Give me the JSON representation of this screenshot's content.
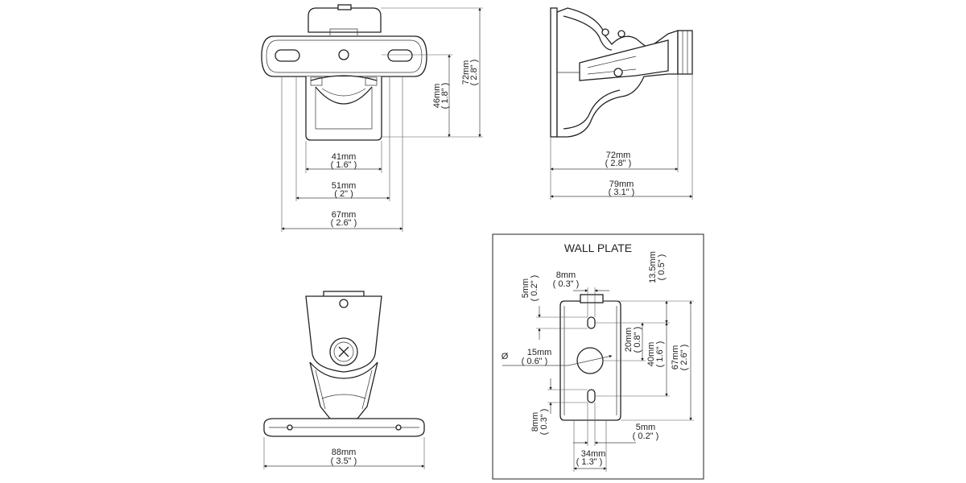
{
  "views": {
    "front": {
      "dim_41": {
        "mm": "41mm",
        "in": "( 1.6\" )"
      },
      "dim_51": {
        "mm": "51mm",
        "in": "( 2\" )"
      },
      "dim_67": {
        "mm": "67mm",
        "in": "( 2.6\" )"
      },
      "dim_46": {
        "mm": "46mm",
        "in": "( 1.8\" )"
      },
      "dim_72": {
        "mm": "72mm",
        "in": "( 2.8\" )"
      }
    },
    "side": {
      "dim_72": {
        "mm": "72mm",
        "in": "( 2.8\" )"
      },
      "dim_79": {
        "mm": "79mm",
        "in": "( 3.1\" )"
      }
    },
    "rear": {
      "dim_88": {
        "mm": "88mm",
        "in": "( 3.5\" )"
      }
    },
    "wall_plate": {
      "title": "WALL PLATE",
      "dim_8_top": {
        "mm": "8mm",
        "in": "( 0.3\" )"
      },
      "dim_5_left": {
        "mm": "5mm",
        "in": "( 0.2\" )"
      },
      "dim_13_5": {
        "mm": "13.5mm",
        "in": "( 0.5\" )"
      },
      "dim_20": {
        "mm": "20mm",
        "in": "( 0.8\" )"
      },
      "dim_40": {
        "mm": "40mm",
        "in": "( 1.6\" )"
      },
      "dim_67": {
        "mm": "67mm",
        "in": "( 2.6\" )"
      },
      "diameter_symbol": "Ø",
      "dim_15": {
        "mm": "15mm",
        "in": "( 0.6\" )"
      },
      "dim_8_bottom": {
        "mm": "8mm",
        "in": "( 0.3\" )"
      },
      "dim_5_right": {
        "mm": "5mm",
        "in": "( 0.2\" )"
      },
      "dim_34": {
        "mm": "34mm",
        "in": "( 1.3\" )"
      }
    }
  }
}
